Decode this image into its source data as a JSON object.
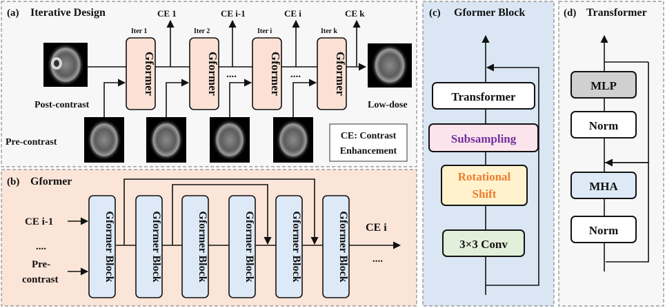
{
  "panel_a": {
    "label": "(a)",
    "title": "Iterative Design",
    "block_label": "Gformer",
    "iter_labels": [
      "Iter 1",
      "Iter 2",
      "Iter i",
      "Iter k"
    ],
    "ce_labels": [
      "CE 1",
      "CE i-1",
      "CE i",
      "CE k"
    ],
    "dots": "....",
    "post_contrast": "Post-contrast",
    "pre_contrast": "Pre-contrast",
    "low_dose": "Low-dose",
    "legend_line1": "CE: Contrast",
    "legend_line2": "Enhancement"
  },
  "panel_b": {
    "label": "(b)",
    "title": "Gformer",
    "block_label": "Gformer Block",
    "input_ce": "CE i-1",
    "dots": "....",
    "pre_line1": "Pre-",
    "pre_line2": "contrast",
    "output_ce": "CE i",
    "out_dots": "...."
  },
  "panel_c": {
    "label": "(c)",
    "title": "Gformer Block",
    "transformer": "Transformer",
    "subsampling": "Subsampling",
    "rot_line1": "Rotational",
    "rot_line2": "Shift",
    "conv": "3×3 Conv"
  },
  "panel_d": {
    "label": "(d)",
    "title": "Transformer",
    "mlp": "MLP",
    "norm_top": "Norm",
    "mha": "MHA",
    "norm_bottom": "Norm"
  },
  "colors": {
    "gformer_fill": "#fbe1d5",
    "block_fill": "#dde9f6",
    "panel_b_bg": "#fbe5d8",
    "panel_c_bg": "#dae6f3",
    "subsampling_text": "#7030a0",
    "rotational_text": "#ed7d31",
    "conv_fill": "#e2efda",
    "rot_fill": "#fff2cc",
    "sub_fill": "#fce4ec",
    "mlp_fill": "#d0d0d0"
  }
}
